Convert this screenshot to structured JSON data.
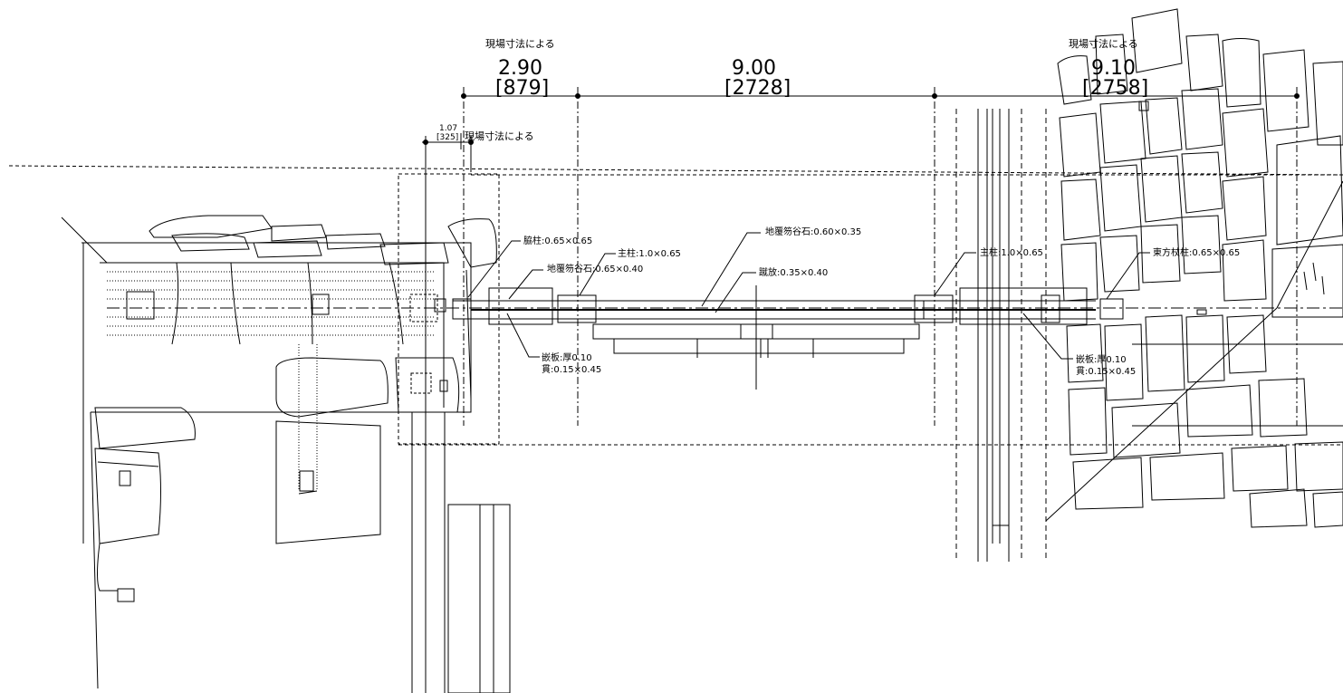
{
  "dimensions": {
    "left": {
      "note": "現場寸法による",
      "value": "2.90",
      "sub": "[879]"
    },
    "middle": {
      "value": "9.00",
      "sub": "[2728]"
    },
    "right": {
      "note": "現場寸法による",
      "value": "9.10",
      "sub": "[2758]"
    },
    "small": {
      "value": "1.07",
      "sub": "[325]",
      "note": "現場寸法による"
    }
  },
  "labels": {
    "wakibashira": "脇柱:0.65×0.65",
    "shubashira_left": "主柱:1.0×0.65",
    "jifuku_left": "地覆笏谷石:0.65×0.40",
    "jifuku_center": "地覆笏谷石:0.60×0.35",
    "kehanashi": "蹴放:0.35×0.40",
    "shubashira_right": "主柱:1.0×0.65",
    "higashi_tsue": "東方杖柱:0.65×0.65",
    "hameita_left": "嵌板:厚0.10",
    "nuki_left": "貫:0.15×0.45",
    "hameita_right": "嵌板:厚0.10",
    "nuki_right": "貫:0.15×0.45"
  },
  "colors": {
    "ink": "#000000",
    "paper": "#ffffff"
  }
}
